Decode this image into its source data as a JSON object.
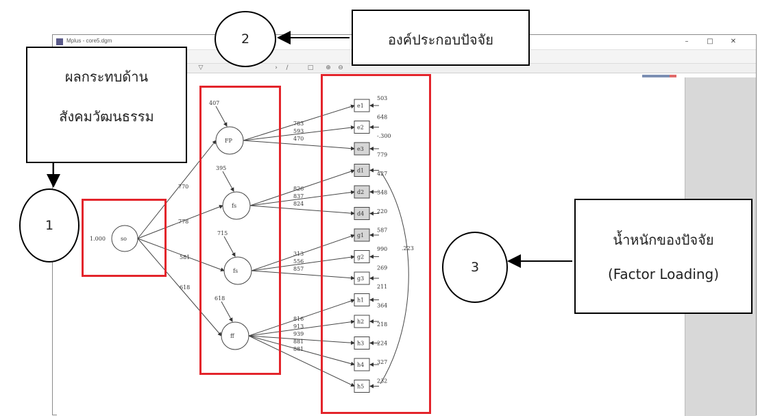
{
  "window": {
    "title": "Mplus - core5.dgm",
    "minimize": "–",
    "maximize": "□",
    "close": "✕"
  },
  "callouts": {
    "c1_label": "1",
    "c1_text_line1": "ผลกระทบด้าน",
    "c1_text_line2": "สังคมวัฒนธรรม",
    "c2_label": "2",
    "c2_text": "องค์ประกอบปัจจัย",
    "c3_label": "3",
    "c3_text_line1": "น้ำหนักของปัจจัย",
    "c3_text_line2": "(Factor Loading)"
  },
  "diagram": {
    "root": {
      "name": "so",
      "variance": "1.000"
    },
    "paths": [
      "770",
      "778",
      "581",
      "618"
    ],
    "factors": [
      {
        "name": "FP",
        "residual": "407",
        "loadings": [
          "783",
          "593",
          "470"
        ]
      },
      {
        "name": "fs",
        "residual": "395",
        "loadings": [
          "826",
          "837",
          "824"
        ]
      },
      {
        "name": "fs",
        "residual": "715",
        "loadings": [
          "313",
          "556",
          "857"
        ]
      },
      {
        "name": "ff",
        "residual": "618",
        "loadings": [
          "816",
          "913",
          "939",
          "881",
          "881"
        ]
      }
    ],
    "indicators": [
      "e1",
      "e2",
      "e3",
      "d1",
      "d2",
      "d4",
      "g1",
      "g2",
      "g3",
      "h1",
      "h2",
      "h3",
      "h4",
      "h5"
    ],
    "error_labels": [
      "503",
      "648",
      "-.300",
      "779",
      "427",
      "348",
      "220",
      "587",
      "990",
      "269",
      "211",
      "364",
      "218",
      "224",
      "327",
      "232"
    ],
    "covariance": ".223"
  }
}
